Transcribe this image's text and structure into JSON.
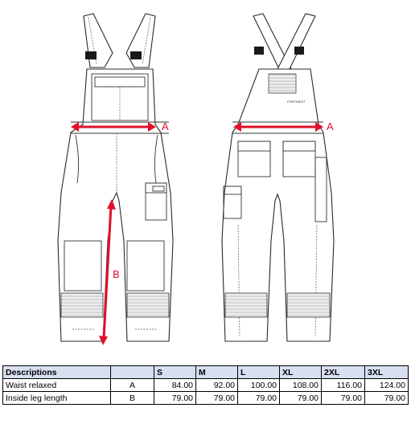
{
  "figure": {
    "measure_labels": {
      "waist": "A",
      "leg": "B"
    },
    "brand_label": "PORTWEST",
    "accent_color": "#e0102a"
  },
  "table": {
    "headers": [
      "Descriptions",
      "",
      "S",
      "M",
      "L",
      "XL",
      "2XL",
      "3XL"
    ],
    "rows": [
      {
        "name": "Waist relaxed",
        "code": "A",
        "values": [
          "84.00",
          "92.00",
          "100.00",
          "108.00",
          "116.00",
          "124.00"
        ]
      },
      {
        "name": "Inside leg length",
        "code": "B",
        "values": [
          "79.00",
          "79.00",
          "79.00",
          "79.00",
          "79.00",
          "79.00"
        ]
      }
    ]
  }
}
